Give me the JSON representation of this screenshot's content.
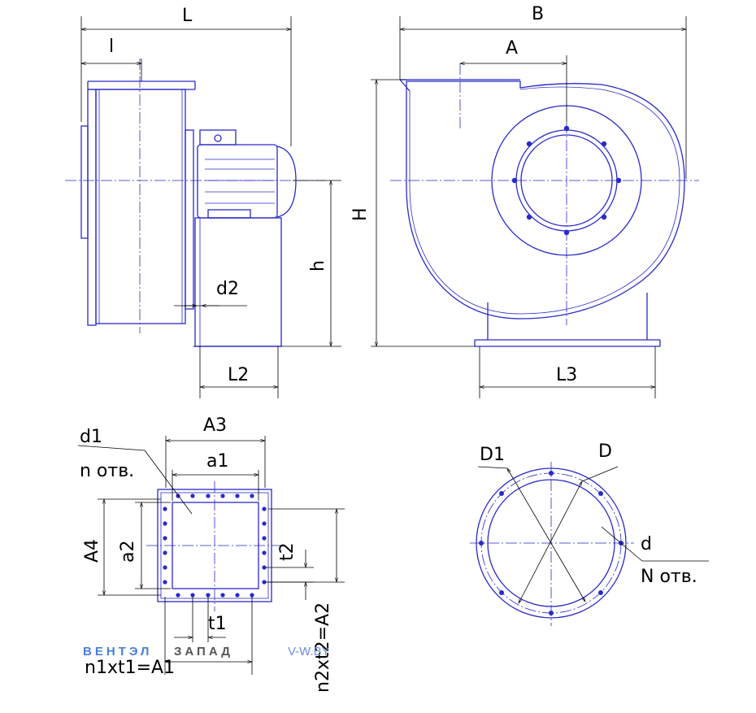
{
  "labels": {
    "L": "L",
    "l": "l",
    "B": "B",
    "A": "A",
    "H": "H",
    "h": "h",
    "d2": "d2",
    "L2": "L2",
    "L3": "L3",
    "A3": "A3",
    "a1": "a1",
    "d1": "d1",
    "n_holes": "n отв.",
    "A4": "A4",
    "a2": "a2",
    "t2": "t2",
    "t1": "t1",
    "n1t1": "n1xt1=A1",
    "n2t2": "n2xt2=A2",
    "D1": "D1",
    "D": "D",
    "d": "d",
    "N_holes": "N отв."
  },
  "watermark": {
    "part1": "ВЕНТЭЛ",
    "part2": "ЗАПАД",
    "part3": "V-W.BY",
    "color1": "#4a7fd6",
    "color2": "#555555",
    "color3": "#6d8fd8"
  },
  "colors": {
    "line": "#2a2ac8",
    "dimension": "#000000"
  }
}
